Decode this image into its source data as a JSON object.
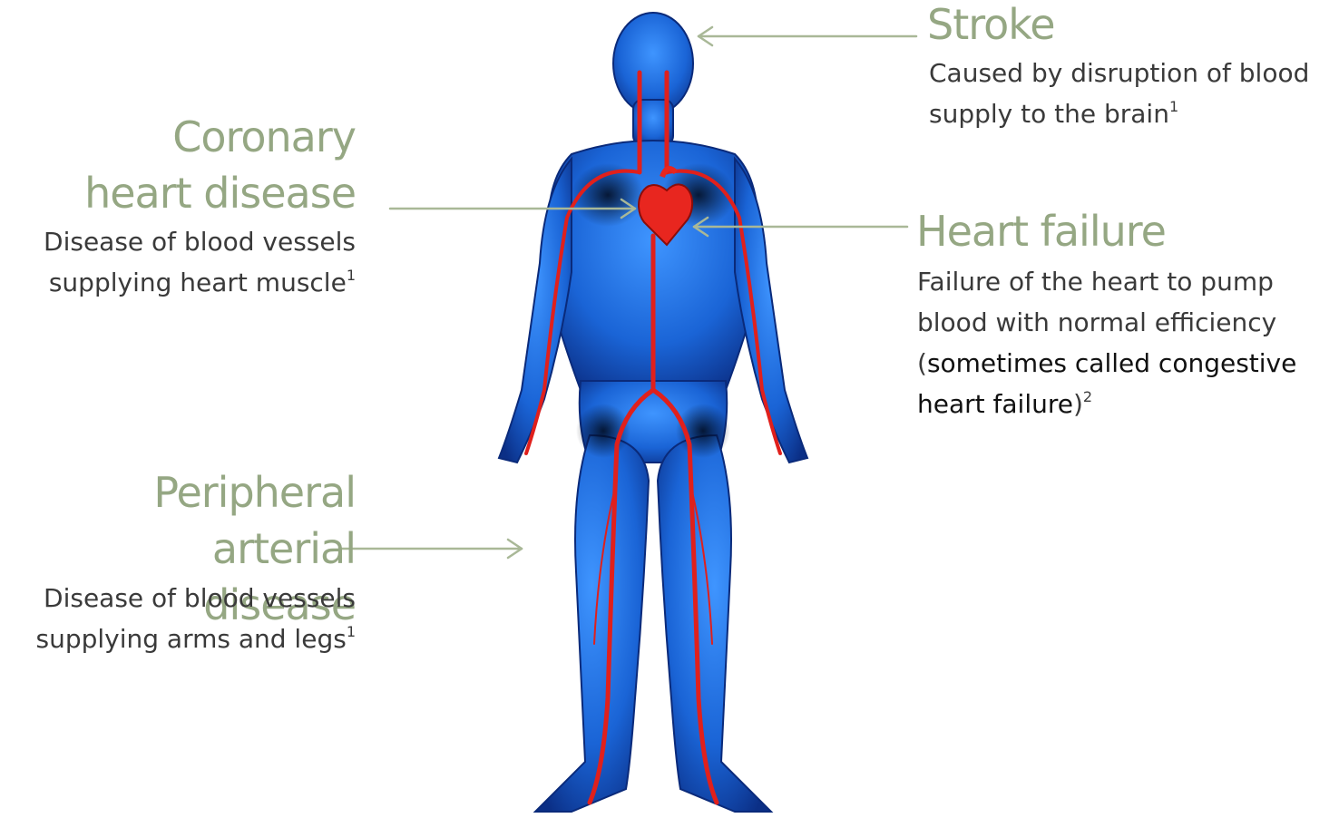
{
  "stroke": {
    "title": "Stroke",
    "desc_line1": "Caused by disruption of blood",
    "desc_line2": "supply to the brain",
    "ref": "1"
  },
  "coronary": {
    "title_line1": "Coronary",
    "title_line2": "heart disease",
    "desc_line1": "Disease of blood vessels",
    "desc_line2": "supplying heart muscle",
    "ref": "1"
  },
  "heart_failure": {
    "title": "Heart failure",
    "desc_line1": "Failure of the heart to pump",
    "desc_line2": "blood with normal efficiency",
    "desc_line3_open": "(",
    "desc_line3_strong": "sometimes called congestive",
    "desc_line4_strong": "heart failure",
    "desc_line4_close": ")",
    "ref": "2"
  },
  "peripheral": {
    "title_line1": "Peripheral arterial",
    "title_line2": "disease",
    "desc_line1": "Disease of blood vessels",
    "desc_line2": "supplying arms and legs",
    "ref": "1"
  },
  "colors": {
    "title": "#95a783",
    "body_blue": "#1f6fe0",
    "artery_red": "#e0201c",
    "arrow": "#a9b897"
  }
}
